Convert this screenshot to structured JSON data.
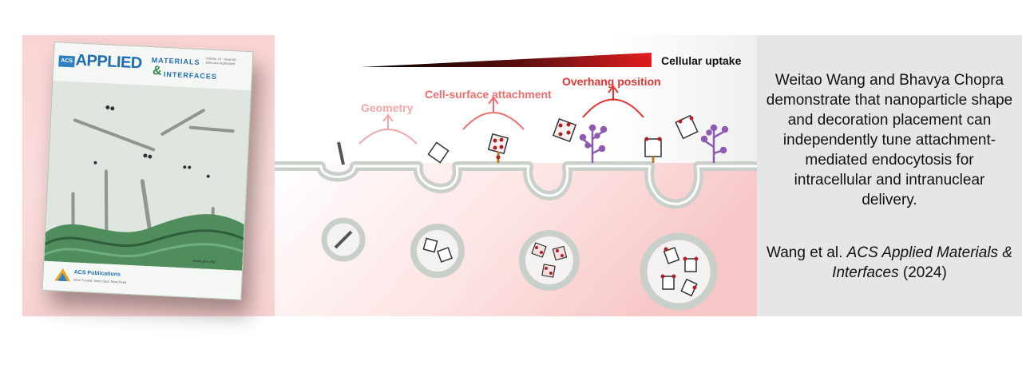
{
  "cover": {
    "badge": "ACS",
    "title_applied": "APPLIED",
    "title_materials": "MATERIALS",
    "title_amp": "&",
    "title_interfaces": "INTERFACES",
    "issue_text": "Volume 16 · Issue 00 · pubs.acs.org/acsami",
    "publisher": "ACS Publications",
    "publisher_sub": "Most Trusted. Most Cited. Most Read.",
    "website": "www.acs.org"
  },
  "figure": {
    "gradient_label": "Cellular uptake",
    "label_geometry": "Geometry",
    "label_cell_surface": "Cell-surface attachment",
    "label_overhang": "Overhang position",
    "colors": {
      "geometry": "#f3a6a6",
      "cell_surface": "#ee6e6e",
      "overhang": "#e83333",
      "membrane": "#c9cfc9",
      "cell_interior": "#fbe0e0",
      "dna_tile": "#b0202a",
      "receptor": "#8e5bb0"
    }
  },
  "summary": {
    "text": "Weitao Wang and Bhavya Chopra demonstrate that nanoparticle shape and decoration placement can independently tune attachment-mediated endocytosis for intracellular and intranuclear delivery.",
    "cite_authors": "Wang et al.",
    "cite_journal": "ACS Applied Materials & Interfaces",
    "cite_year": "(2024)"
  }
}
